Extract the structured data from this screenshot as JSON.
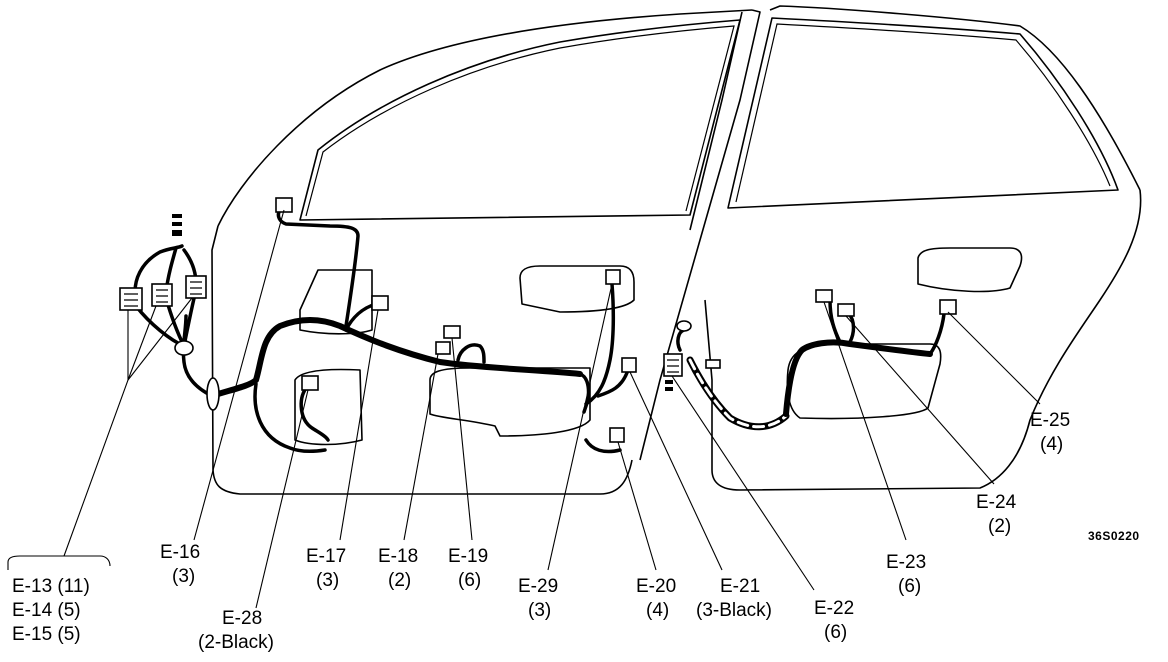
{
  "diagram": {
    "code": "36S0220",
    "labels": {
      "e13": "E-13 (11)",
      "e14": "E-14 (5)",
      "e15": "E-15 (5)",
      "e16": "E-16",
      "e16_pins": "(3)",
      "e17": "E-17",
      "e17_pins": "(3)",
      "e18": "E-18",
      "e18_pins": "(2)",
      "e19": "E-19",
      "e19_pins": "(6)",
      "e28": "E-28",
      "e28_pins": "(2-Black)",
      "e29": "E-29",
      "e29_pins": "(3)",
      "e20": "E-20",
      "e20_pins": "(4)",
      "e21": "E-21",
      "e21_pins": "(3-Black)",
      "e22": "E-22",
      "e22_pins": "(6)",
      "e23": "E-23",
      "e23_pins": "(6)",
      "e24": "E-24",
      "e24_pins": "(2)",
      "e25": "E-25",
      "e25_pins": "(4)"
    }
  }
}
